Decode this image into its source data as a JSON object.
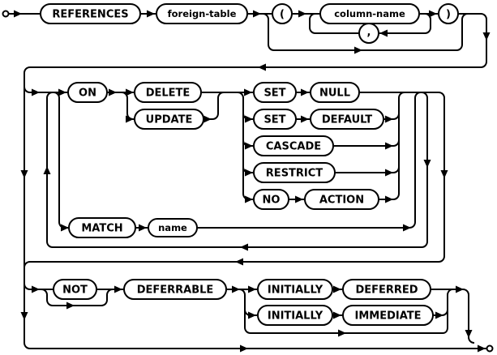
{
  "diagram": {
    "background": "#ffffff",
    "line_color": "#000000",
    "keywords": {
      "references": "REFERENCES",
      "on": "ON",
      "delete": "DELETE",
      "update": "UPDATE",
      "set": "SET",
      "null": "NULL",
      "default": "DEFAULT",
      "cascade": "CASCADE",
      "restrict": "RESTRICT",
      "no": "NO",
      "action": "ACTION",
      "match": "MATCH",
      "not": "NOT",
      "deferrable": "DEFERRABLE",
      "initially": "INITIALLY",
      "deferred": "DEFERRED",
      "immediate": "IMMEDIATE"
    },
    "nonterminals": {
      "foreign_table": "foreign-table",
      "column_name": "column-name",
      "name": "name"
    },
    "punctuation": {
      "open_paren": "(",
      "comma": ",",
      "close_paren": ")"
    }
  }
}
